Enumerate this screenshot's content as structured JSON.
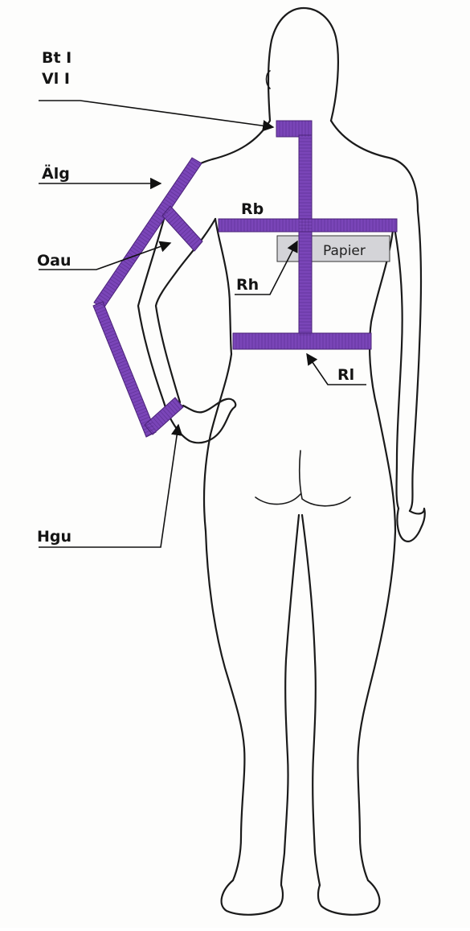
{
  "labels": {
    "bt": "Bt I",
    "vl": "Vl I",
    "alg": "Älg",
    "rb": "Rb",
    "oau": "Oau",
    "rh": "Rh",
    "rl": "Rl",
    "hgu": "Hgu",
    "paper": "Papier"
  },
  "colors": {
    "tape": "#7a45b8",
    "tape_edge": "#4a2278",
    "paper_fill": "#d4d4d8",
    "outline": "#1a1a1a"
  }
}
